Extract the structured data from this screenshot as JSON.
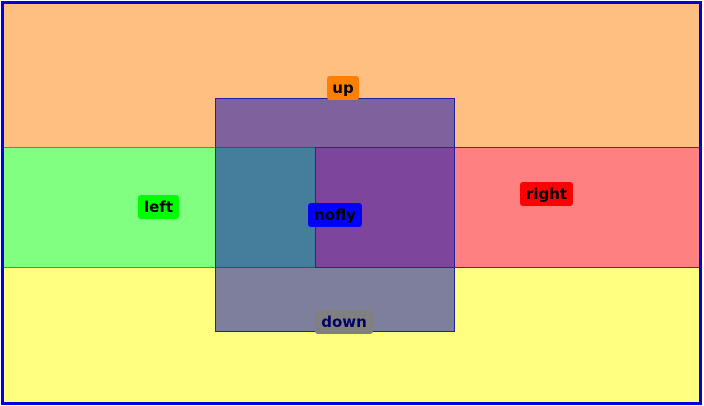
{
  "zones": {
    "up": {
      "label": "up",
      "fill": "#ffbf80",
      "badge_color": "#ff7f00"
    },
    "down": {
      "label": "down",
      "fill": "#ffff80",
      "badge_color": "#808080"
    },
    "left": {
      "label": "left",
      "fill": "#80ff80",
      "badge_color": "#00ff00"
    },
    "right": {
      "label": "right",
      "fill": "#ff8080",
      "badge_color": "#ff0000"
    },
    "nofly": {
      "label": "nofly",
      "fill": "#4040b0",
      "badge_color": "#0000ff",
      "opacity": 0.65
    }
  },
  "frame": {
    "border_color": "#0000dd"
  }
}
